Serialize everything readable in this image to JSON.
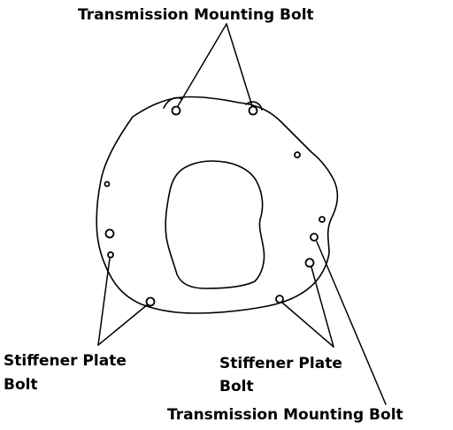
{
  "labels": {
    "top_transmission_bolt": "Transmission Mounting Bolt",
    "left_stiffener_line1": "Stiffener Plate",
    "left_stiffener_line2": "Bolt",
    "right_stiffener_line1": "Stiffener Plate",
    "right_stiffener_line2": "Bolt",
    "bottom_transmission_bolt": "Transmission Mounting Bolt"
  },
  "colors": {
    "ink": "#000000",
    "paper": "#ffffff"
  }
}
